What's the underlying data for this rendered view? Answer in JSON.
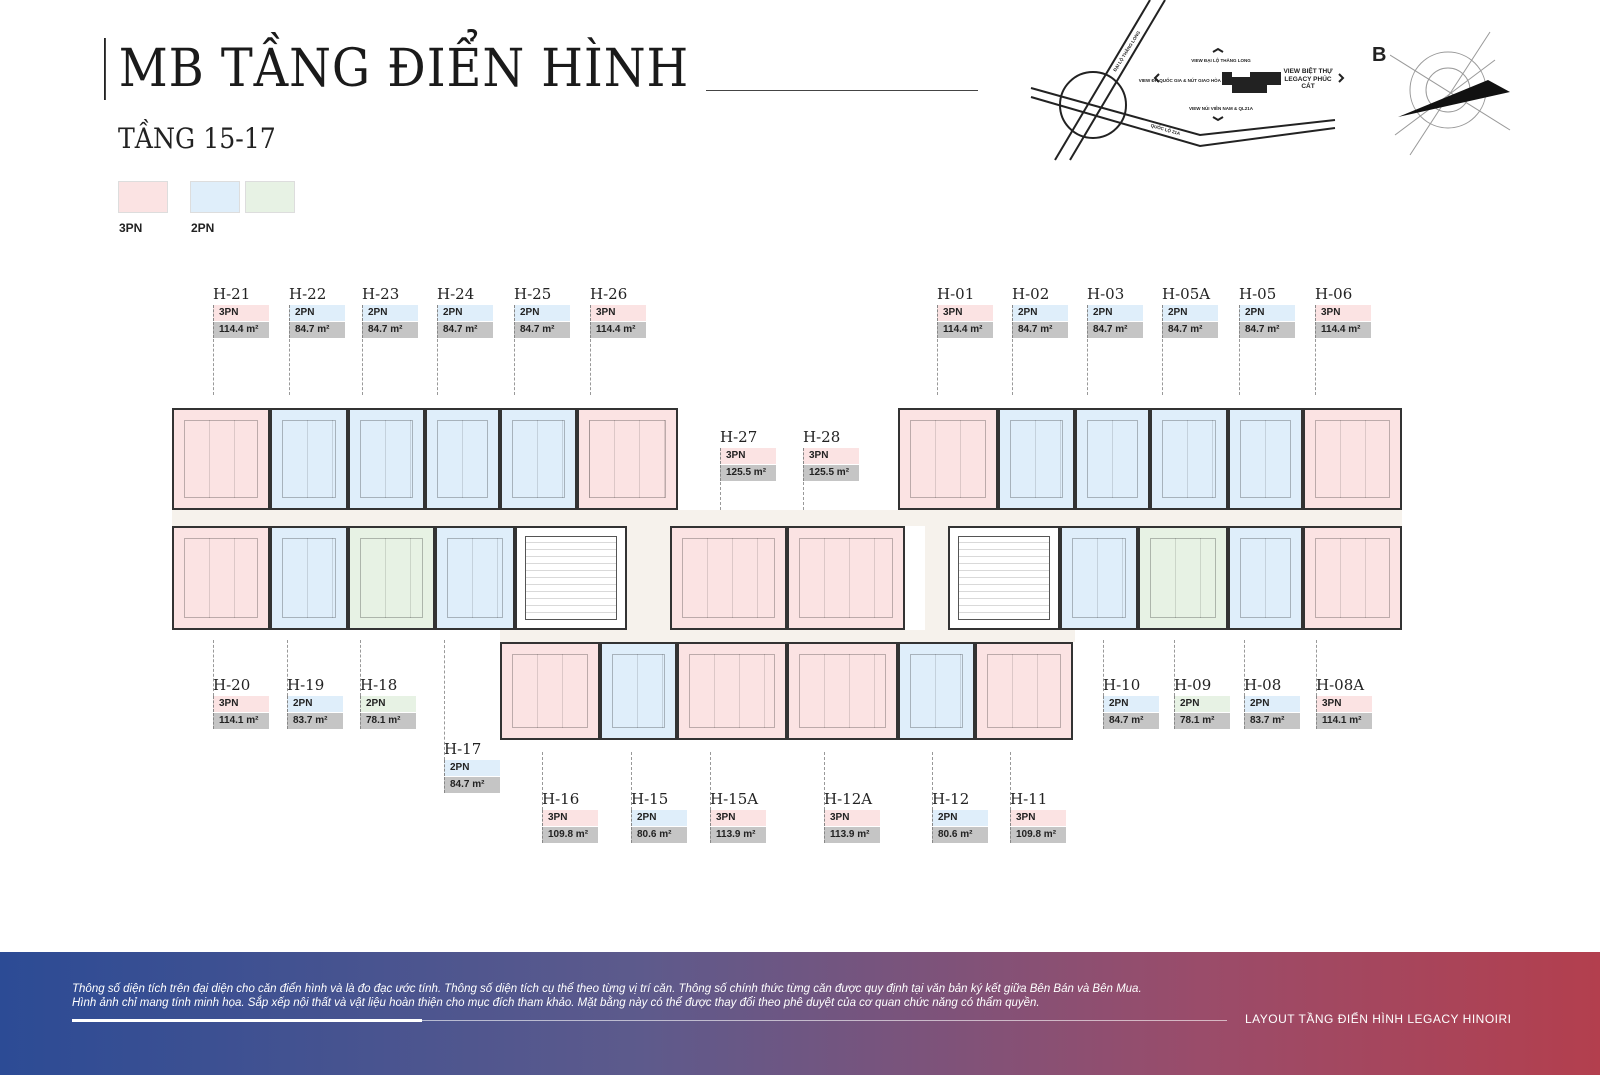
{
  "header": {
    "title": "MB TẦNG ĐIỂN HÌNH",
    "subtitle": "TẦNG 15-17"
  },
  "legend": [
    {
      "label": "3PN",
      "color": "#fbe3e3"
    },
    {
      "label": "2PN",
      "color": "#dfeefa"
    },
    {
      "label": "",
      "color": "#e7f2e4"
    }
  ],
  "site_map": {
    "road_1": "ĐẠI LỘ THĂNG LONG",
    "road_2": "QUỐC LỘ 21A",
    "view_top": "VIEW ĐẠI LỘ THĂNG LONG",
    "view_left": "VIEW ĐH QUỐC GIA & NÚT GIAO HÒA LẠC",
    "view_right": "VIEW BIỆT THỰ LEGACY PHÚC CÁT",
    "view_bottom": "VIEW NÚI VIÊN NAM & QL21A"
  },
  "compass": {
    "label": "B"
  },
  "units": [
    {
      "code": "H-21",
      "type": "3PN",
      "area": "114.4 m²",
      "color": "p3"
    },
    {
      "code": "H-22",
      "type": "2PN",
      "area": "84.7 m²",
      "color": "p2"
    },
    {
      "code": "H-23",
      "type": "2PN",
      "area": "84.7 m²",
      "color": "p2"
    },
    {
      "code": "H-24",
      "type": "2PN",
      "area": "84.7 m²",
      "color": "p2"
    },
    {
      "code": "H-25",
      "type": "2PN",
      "area": "84.7 m²",
      "color": "p2"
    },
    {
      "code": "H-26",
      "type": "3PN",
      "area": "114.4 m²",
      "color": "p3"
    },
    {
      "code": "H-01",
      "type": "3PN",
      "area": "114.4 m²",
      "color": "p3"
    },
    {
      "code": "H-02",
      "type": "2PN",
      "area": "84.7 m²",
      "color": "p2"
    },
    {
      "code": "H-03",
      "type": "2PN",
      "area": "84.7 m²",
      "color": "p2"
    },
    {
      "code": "H-05A",
      "type": "2PN",
      "area": "84.7 m²",
      "color": "p2"
    },
    {
      "code": "H-05",
      "type": "2PN",
      "area": "84.7 m²",
      "color": "p2"
    },
    {
      "code": "H-06",
      "type": "3PN",
      "area": "114.4 m²",
      "color": "p3"
    },
    {
      "code": "H-27",
      "type": "3PN",
      "area": "125.5 m²",
      "color": "p3"
    },
    {
      "code": "H-28",
      "type": "3PN",
      "area": "125.5 m²",
      "color": "p3"
    },
    {
      "code": "H-20",
      "type": "3PN",
      "area": "114.1 m²",
      "color": "p3"
    },
    {
      "code": "H-19",
      "type": "2PN",
      "area": "83.7 m²",
      "color": "p2"
    },
    {
      "code": "H-18",
      "type": "2PN",
      "area": "78.1 m²",
      "color": "p2g"
    },
    {
      "code": "H-17",
      "type": "2PN",
      "area": "84.7 m²",
      "color": "p2"
    },
    {
      "code": "H-10",
      "type": "2PN",
      "area": "84.7 m²",
      "color": "p2"
    },
    {
      "code": "H-09",
      "type": "2PN",
      "area": "78.1 m²",
      "color": "p2g"
    },
    {
      "code": "H-08",
      "type": "2PN",
      "area": "83.7 m²",
      "color": "p2"
    },
    {
      "code": "H-08A",
      "type": "3PN",
      "area": "114.1 m²",
      "color": "p3"
    },
    {
      "code": "H-16",
      "type": "3PN",
      "area": "109.8 m²",
      "color": "p3"
    },
    {
      "code": "H-15",
      "type": "2PN",
      "area": "80.6 m²",
      "color": "p2"
    },
    {
      "code": "H-15A",
      "type": "3PN",
      "area": "113.9 m²",
      "color": "p3"
    },
    {
      "code": "H-12A",
      "type": "3PN",
      "area": "113.9 m²",
      "color": "p3"
    },
    {
      "code": "H-12",
      "type": "2PN",
      "area": "80.6 m²",
      "color": "p2"
    },
    {
      "code": "H-11",
      "type": "3PN",
      "area": "109.8 m²",
      "color": "p3"
    }
  ],
  "footer": {
    "note_1": "Thông số diện tích trên đại diện cho căn điển hình và là đo đạc ước tính. Thông số diện tích cụ thể theo từng vị trí căn. Thông số chính thức từng căn được quy định tại văn bản ký kết giữa Bên Bán và Bên Mua.",
    "note_2": "Hình ảnh chỉ mang tính minh họa. Sắp xếp nội thất và vật liệu hoàn thiện cho mục đích tham khảo. Mặt bằng này có thể được thay đổi theo phê duyệt của cơ quan chức năng có thẩm quyền.",
    "label": "LAYOUT TẦNG ĐIỂN HÌNH LEGACY HINOIRI"
  }
}
